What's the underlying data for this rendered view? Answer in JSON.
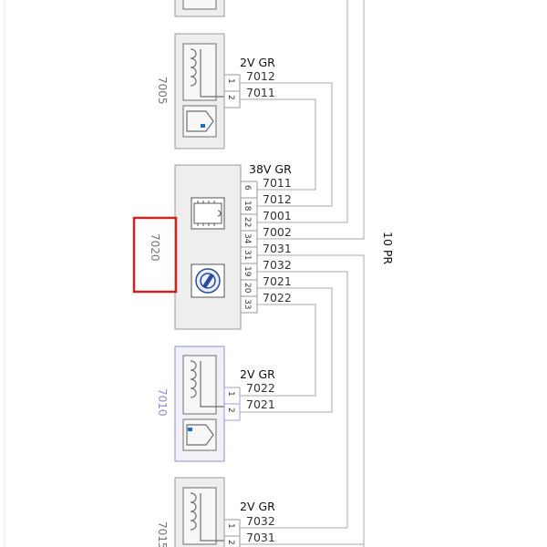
{
  "colors": {
    "wire": "#a9a9a9",
    "highlight_box": "#cc2222",
    "selected_component": "#9e9eea",
    "component_fill": "#eeeeee",
    "indicator": "#1a6fd1"
  },
  "component_7005": {
    "id": "7005",
    "header": "2V  GR",
    "pins": [
      "1",
      "2"
    ],
    "wires": [
      "7012",
      "7011"
    ]
  },
  "component_7020": {
    "id": "7020",
    "header": "38V  GR",
    "pins": [
      "6",
      "18",
      "22",
      "34",
      "31",
      "19",
      "20",
      "33"
    ],
    "wires": [
      "7011",
      "7012",
      "7001",
      "7002",
      "7031",
      "7032",
      "7021",
      "7022"
    ]
  },
  "component_7010": {
    "id": "7010",
    "header": "2V  GR",
    "pins": [
      "1",
      "2"
    ],
    "wires": [
      "7022",
      "7021"
    ]
  },
  "component_7015": {
    "id": "7015",
    "header": "2V  GR",
    "pins": [
      "1",
      "2"
    ],
    "wires": [
      "7032",
      "7031"
    ]
  },
  "bus_label": "10 PR",
  "icons": {
    "coil": "coil-icon",
    "sensor": "sensor-icon",
    "chip": "ic-chip-icon",
    "logo": "ecu-logo-icon"
  }
}
